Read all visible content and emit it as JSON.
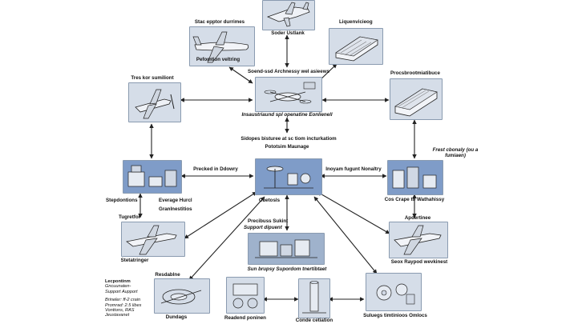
{
  "nodes": {
    "top_plane": "Soder Ustlank",
    "stac": "Stac epptor durrimes",
    "pefomtion": "Pefomtion veltring",
    "liquenvicieog": "Liquenvicieog",
    "second": "Soend-ssd Archnessy wel asieews",
    "tres": "Tres kor sumiliont",
    "proce": "Procsbrootmiatibuce",
    "center_top_caption": "Insaustriaund spl openatine Eonlienell",
    "sidopes": "Sidopes bisturee at sc tiom incturkatiom",
    "pototsim": "Pototsim Maunage",
    "frest": "Frest cbonaly (ou a fumiaen)",
    "precked": "Precked in Ddowry",
    "inoyam": "Inoyam fugunt Nonaltry",
    "stepdontions": "Stepdontions",
    "everage": "Everage Hurcl",
    "graninestitios": "Granlnestitios",
    "cuetosis": "Cuetosls",
    "cos_crape": "Cos Crape to Wathahissy",
    "tugretfor": "Tugretfor",
    "apdertinee": "Apdertinee",
    "precibus": "Precibuss Sukint",
    "support": "Support dipuent",
    "stetatinger": "Stetatringer",
    "seox": "Seox Raypod wevkinest",
    "sun_bruypy": "Sun brupsy Supordom tnertibtaet",
    "resdabine": "Resdablne",
    "lecpontinm": "Lecpontinm",
    "gncuunaten": "Gncuunaten-",
    "support_aupport": "Support Aupport",
    "brineler": "Brineler: ff-2 crain",
    "promrad": "Promrad: 2.5 libes",
    "vonttons": "Vonttons, RAS",
    "arustavanet": "Jeustavanet",
    "dundags": "Dundags",
    "readend": "Readend poninen",
    "conde": "Conde cetiation",
    "suluegs": "Suluegs timtinioos Omlocs"
  },
  "palette": {
    "box_light": "#d5dde8",
    "box_mid": "#9fb2cc",
    "box_blue": "#7f9cc8",
    "line": "#222222"
  },
  "icons": {
    "top_plane": "airplane-icon",
    "stac": "airliner-icon",
    "liquenvicieog": "train-icon",
    "tres": "propeller-plane-icon",
    "second": "drone-icon",
    "proce": "locomotive-icon",
    "stepdontions": "machinery-icon",
    "center": "platform-icon",
    "cos_crape": "container-icon",
    "tugretfor": "small-plane-icon",
    "apdertinee": "airplane-icon",
    "sun_bruypy": "machine-icon",
    "resdabine": "turbine-icon",
    "readend": "roller-icon",
    "conde": "column-icon",
    "suluegs": "gear-icon"
  }
}
